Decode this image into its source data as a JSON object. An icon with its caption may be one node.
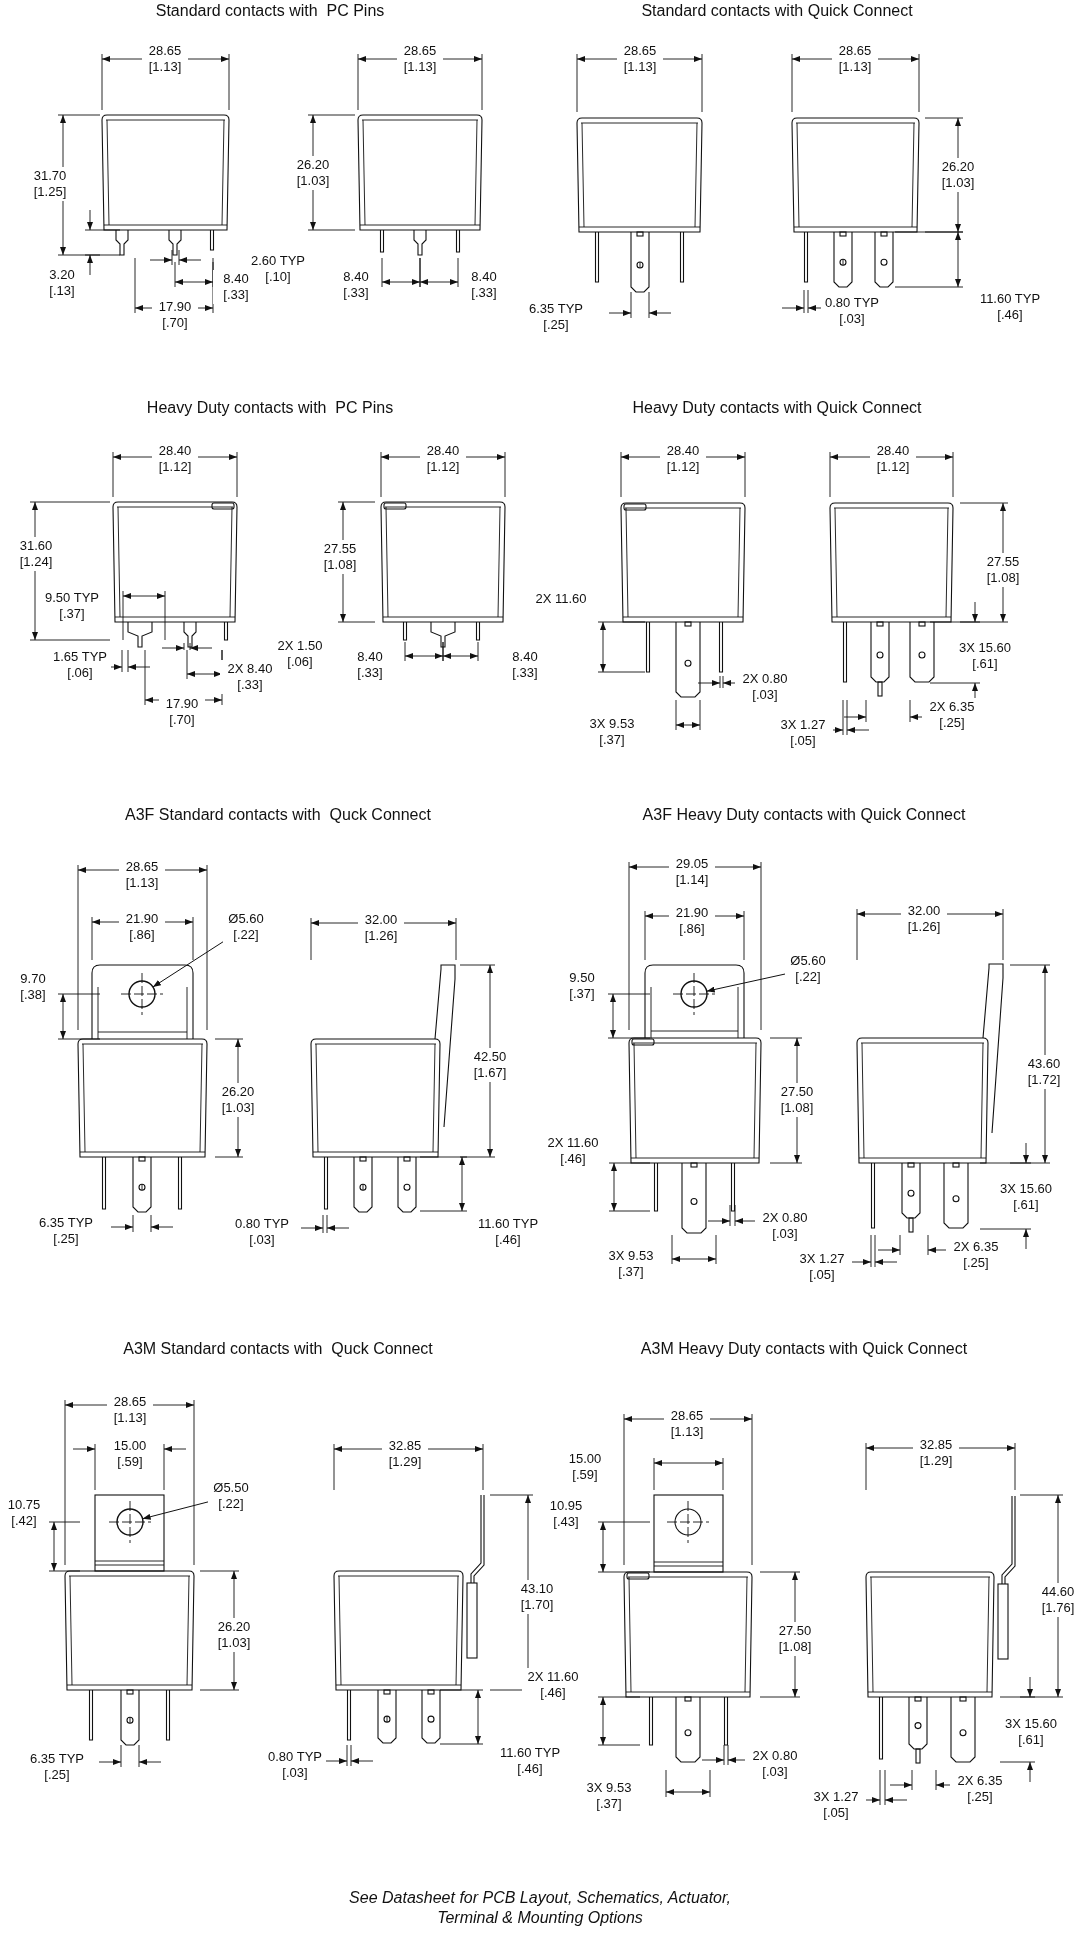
{
  "diagram": {
    "caption": "See Datasheet for PCB Layout, Schematics, Actuator, Terminal & Mounting Options",
    "nodes": [
      {
        "text": [
          "Ø5.60 [.22]"
        ]
      },
      {
        "text": [],
        "shape": "circle"
      },
      {
        "text": [
          "Ø5.60 [.22]"
        ]
      },
      {
        "text": [],
        "shape": "circle"
      },
      {
        "text": [
          "Ø5.50 [.22]"
        ]
      },
      {
        "text": [],
        "shape": "circle"
      }
    ],
    "edges": [
      {
        "from": 0,
        "to": 1,
        "arrow": "to"
      },
      {
        "from": 2,
        "to": 3,
        "arrow": "to"
      },
      {
        "from": 4,
        "to": 5,
        "arrow": "to"
      }
    ],
    "labels": [
      "Standard contacts with  PC Pins",
      "Standard contacts with Quick Connect",
      "28.65 [1.13]",
      "31.70 [1.25]",
      "3.20 [.13]",
      "2.60 TYP [.10]",
      "8.40 [.33]",
      "17.90 [.70]",
      "28.65 [1.13]",
      "26.20 [1.03]",
      "8.40 [.33]",
      "8.40 [.33]",
      "28.65 [1.13]",
      "6.35 TYP [.25]",
      "28.65 [1.13]",
      "26.20 [1.03]",
      "0.80 TYP [.03]",
      "11.60 TYP [.46]",
      "Heavy Duty contacts with  PC Pins",
      "Heavy Duty contacts with Quick Connect",
      "28.40 [1.12]",
      "31.60 [1.24]",
      "9.50 TYP [.37]",
      "1.65 TYP [.06]",
      "2X 1.50 [.06]",
      "2X 8.40 [.33]",
      "17.90 [.70]",
      "28.40 [1.12]",
      "27.55 [1.08]",
      "8.40 [.33]",
      "8.40 [.33]",
      "28.40 [1.12]",
      "2X 11.60",
      "2X 0.80 [.03]",
      "3X 9.53 [.37]",
      "28.40 [1.12]",
      "27.55 [1.08]",
      "3X 15.60 [.61]",
      "2X 6.35 [.25]",
      "3X 1.27 [.05]",
      "A3F Standard contacts with  Quck Connect",
      "A3F Heavy Duty contacts with Quick Connect",
      "28.65 [1.13]",
      "21.90 [.86]",
      "9.70 [.38]",
      "26.20 [1.03]",
      "6.35 TYP [.25]",
      "32.00 [1.26]",
      "42.50 [1.67]",
      "0.80 TYP [.03]",
      "11.60 TYP [.46]",
      "29.05 [1.14]",
      "21.90 [.86]",
      "9.50 [.37]",
      "27.50 [1.08]",
      "2X 11.60 [.46]",
      "2X 0.80 [.03]",
      "3X 9.53 [.37]",
      "32.00 [1.26]",
      "43.60 [1.72]",
      "3X 15.60 [.61]",
      "2X 6.35 [.25]",
      "3X 1.27 [.05]",
      "A3M Standard contacts with  Quck Connect",
      "A3M Heavy Duty contacts with Quick Connect",
      "28.65 [1.13]",
      "15.00 [.59]",
      "10.75 [.42]",
      "26.20 [1.03]",
      "6.35 TYP [.25]",
      "32.85 [1.29]",
      "43.10 [1.70]",
      "0.80 TYP [.03]",
      "11.60 TYP [.46]",
      "28.65 [1.13]",
      "15.00 [.59]",
      "10.95 [.43]",
      "27.50 [1.08]",
      "2X 11.60 [.46]",
      "2X 0.80 [.03]",
      "3X 9.53 [.37]",
      "32.85 [1.29]",
      "44.60 [1.76]",
      "3X 15.60 [.61]",
      "2X 6.35 [.25]",
      "3X 1.27 [.05]"
    ]
  }
}
